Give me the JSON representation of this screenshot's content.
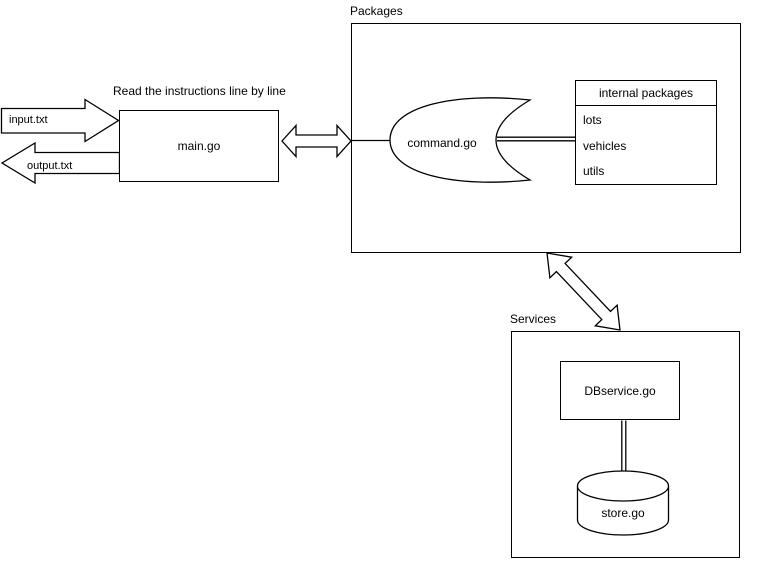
{
  "diagram": {
    "note_label": "Read the instructions line by line",
    "main_box": {
      "label": "main.go"
    },
    "input_arrow": {
      "label": "input.txt"
    },
    "output_arrow": {
      "label": "output.txt"
    },
    "packages": {
      "title": "Packages",
      "command": {
        "label": "command.go"
      },
      "internal_packages": {
        "header": "internal packages",
        "items": [
          "lots",
          "vehicles",
          "utils"
        ]
      }
    },
    "services": {
      "title": "Services",
      "dbservice": {
        "label": "DBservice.go"
      },
      "store": {
        "label": "store.go"
      }
    },
    "colors": {
      "stroke": "#000000",
      "background": "#ffffff",
      "shape_fill": "#ffffff"
    }
  }
}
